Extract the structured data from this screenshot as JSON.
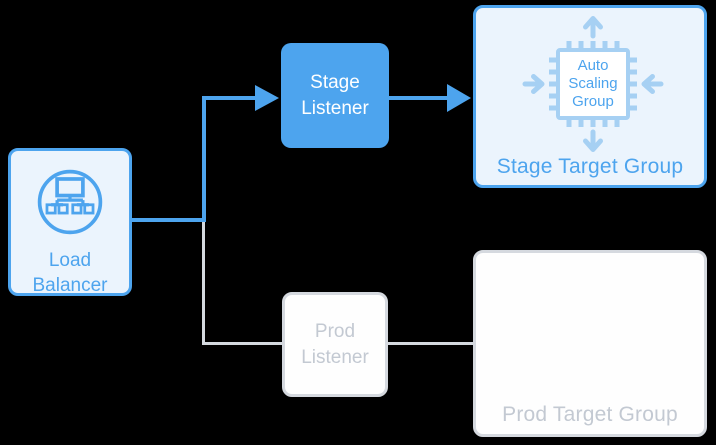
{
  "colors": {
    "accent_blue": "#4DA4EE",
    "light_blue_fill": "#EBF4FD",
    "pale_blue": "#A6D0F3",
    "gray_border": "#D5D9DF",
    "gray_text": "#C3C9D2",
    "node_white": "#FEFEFE",
    "background": "#000000",
    "white_text": "#FFFFFF"
  },
  "nodes": {
    "load_balancer": {
      "label_line1": "Load",
      "label_line2": "Balancer",
      "icon": "load-balancer-network-icon"
    },
    "stage_listener": {
      "label_line1": "Stage",
      "label_line2": "Listener"
    },
    "prod_listener": {
      "label_line1": "Prod",
      "label_line2": "Listener"
    },
    "stage_target_group": {
      "label": "Stage Target Group",
      "icon": "auto-scaling-group-chip-icon"
    },
    "prod_target_group": {
      "label": "Prod Target Group"
    },
    "auto_scaling_group": {
      "label_line1": "Auto",
      "label_line2": "Scaling",
      "label_line3": "Group"
    }
  }
}
